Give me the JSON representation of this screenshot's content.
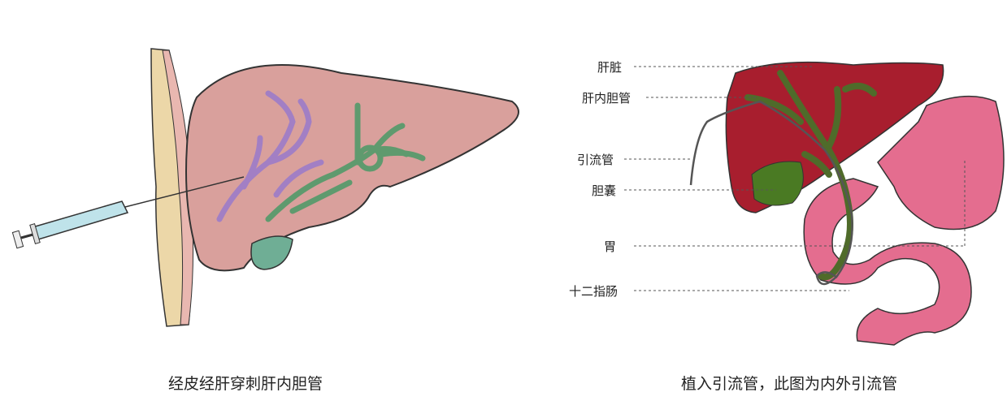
{
  "left_figure": {
    "caption": "经皮经肝穿刺肝内胆管"
  },
  "right_figure": {
    "caption": "植入引流管，此图为内外引流管",
    "labels": [
      {
        "text": "肝脏"
      },
      {
        "text": "肝内胆管"
      },
      {
        "text": "引流管"
      },
      {
        "text": "胆囊"
      },
      {
        "text": "胃"
      },
      {
        "text": "十二指肠"
      }
    ]
  },
  "colors": {
    "liver_left": "#d9a09c",
    "liver_right": "#a81e2e",
    "bile_duct_purple": "#a27fc4",
    "bile_duct_green": "#5f9a6e",
    "duct_right_green": "#4f6b2a",
    "stomach": "#e46d8f",
    "drain_tube": "#555555"
  }
}
